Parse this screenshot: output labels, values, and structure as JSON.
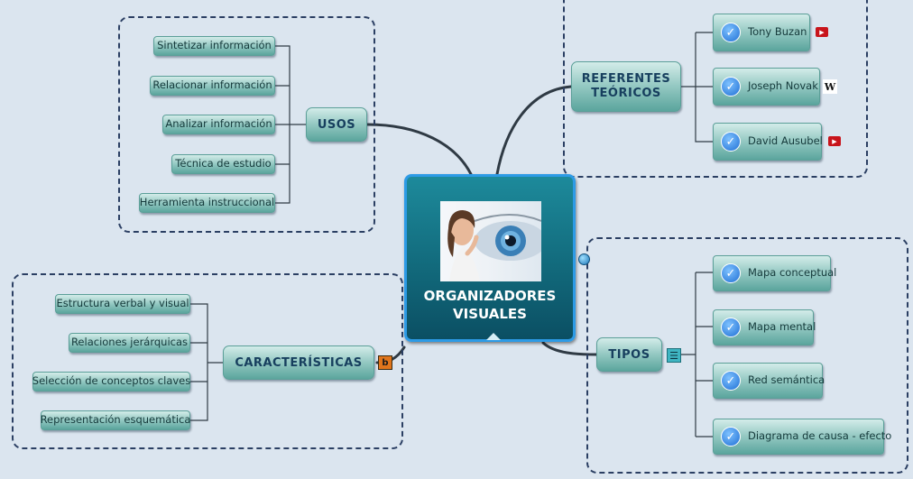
{
  "central": {
    "title_line1": "ORGANIZADORES",
    "title_line2": "VISUALES"
  },
  "usos": {
    "label": "USOS",
    "items": [
      "Sintetizar información",
      "Relacionar información",
      "Analizar información",
      "Técnica de estudio",
      "Herramienta instruccional"
    ]
  },
  "referentes": {
    "label_line1": "REFERENTES",
    "label_line2": "TEÓRICOS",
    "items": [
      {
        "label": "Tony Buzan",
        "badge": "youtube-icon"
      },
      {
        "label": "Joseph Novak",
        "badge": "wikipedia-icon",
        "badge_text": "W"
      },
      {
        "label": "David Ausubel",
        "badge": "youtube-icon"
      }
    ]
  },
  "caracteristicas": {
    "label": "CARACTERÍSTICAS",
    "badge_text": "b",
    "items": [
      "Estructura verbal y visual",
      "Relaciones jerárquicas",
      "Selección de conceptos claves",
      "Representación esquemática"
    ]
  },
  "tipos": {
    "label": "TIPOS",
    "items": [
      "Mapa conceptual",
      "Mapa mental",
      "Red semántica",
      "Diagrama de causa - efecto"
    ]
  },
  "colors": {
    "background": "#dbe5ef",
    "topic": "#5ba59d",
    "central": "#126a7c",
    "boundary": "#2b3f63",
    "connector": "#2f3a44"
  }
}
